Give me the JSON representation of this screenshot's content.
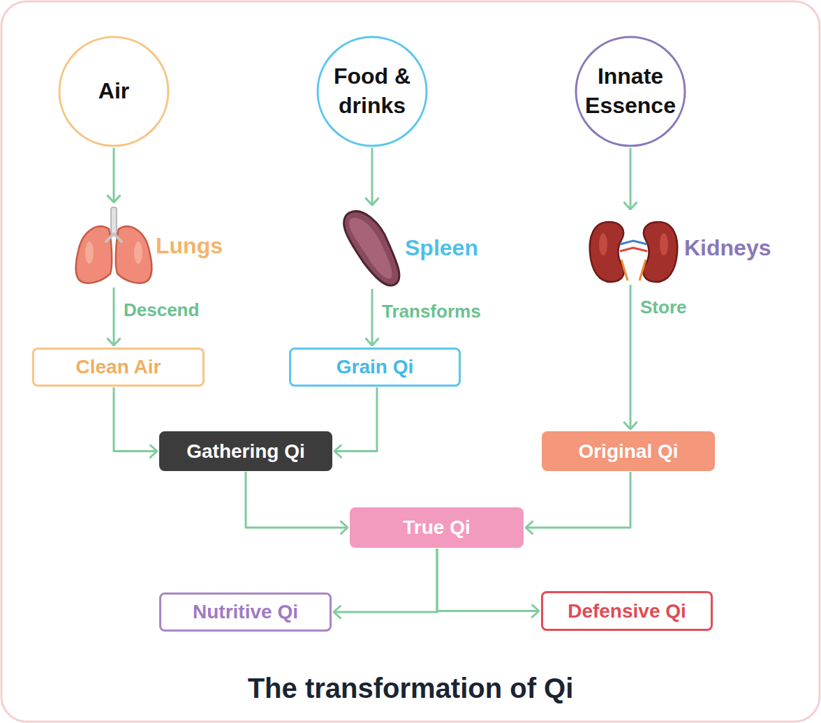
{
  "diagram": {
    "title": "The transformation of Qi",
    "nodes": [
      {
        "text": [
          "Air"
        ]
      },
      {
        "text": [
          "Food & drinks"
        ]
      },
      {
        "text": [
          "Innate Essence"
        ]
      },
      {
        "text": [
          "Lungs"
        ]
      },
      {
        "text": [
          "Spleen"
        ]
      },
      {
        "text": [
          "Kidneys"
        ]
      },
      {
        "text": [
          "Clean Air"
        ]
      },
      {
        "text": [
          "Grain Qi"
        ]
      },
      {
        "text": [
          "Gathering Qi"
        ]
      },
      {
        "text": [
          "Original Qi"
        ]
      },
      {
        "text": [
          "True Qi"
        ]
      },
      {
        "text": [
          "Nutritive Qi"
        ]
      },
      {
        "text": [
          "Defensive Qi"
        ]
      }
    ],
    "edges": [
      {
        "from": 0,
        "to": 3,
        "arrow": "to"
      },
      {
        "from": 1,
        "to": 4,
        "arrow": "to"
      },
      {
        "from": 2,
        "to": 5,
        "arrow": "to"
      },
      {
        "from": 3,
        "to": 6,
        "label": "Descend",
        "arrow": "to"
      },
      {
        "from": 4,
        "to": 7,
        "label": "Transforms",
        "arrow": "to"
      },
      {
        "from": 5,
        "to": 9,
        "label": "Store",
        "arrow": "to"
      },
      {
        "from": 6,
        "to": 8,
        "arrow": "to"
      },
      {
        "from": 7,
        "to": 8,
        "arrow": "to"
      },
      {
        "from": 8,
        "to": 10,
        "arrow": "to"
      },
      {
        "from": 9,
        "to": 10,
        "arrow": "to"
      },
      {
        "from": 10,
        "to": 11,
        "arrow": "to"
      },
      {
        "from": 10,
        "to": 12,
        "arrow": "to"
      }
    ]
  }
}
